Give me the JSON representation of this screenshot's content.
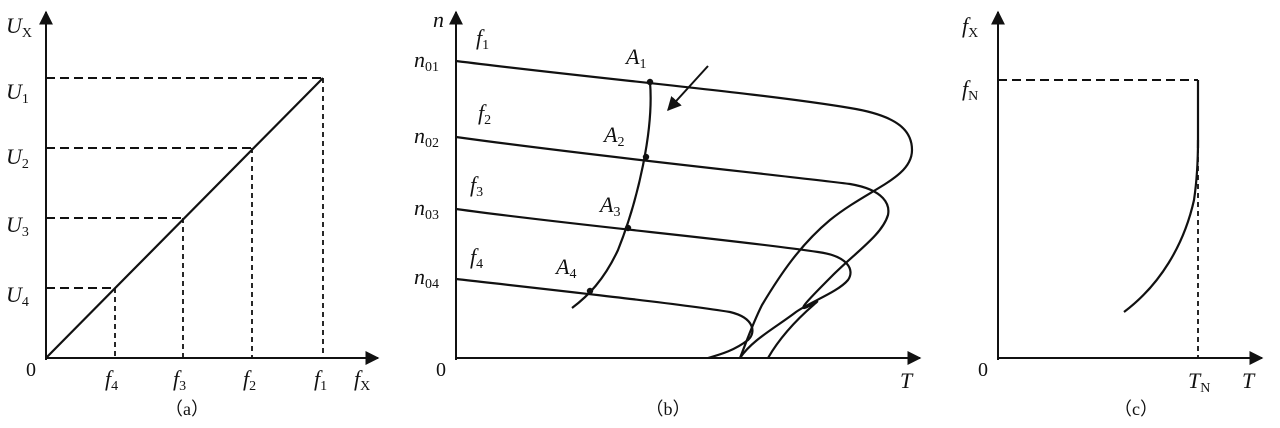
{
  "panel_a": {
    "y_axis": {
      "main": "U",
      "sub": "X"
    },
    "x_axis": {
      "main": "f",
      "sub": "X"
    },
    "origin": "0",
    "y_ticks": [
      {
        "main": "U",
        "sub": "1"
      },
      {
        "main": "U",
        "sub": "2"
      },
      {
        "main": "U",
        "sub": "3"
      },
      {
        "main": "U",
        "sub": "4"
      }
    ],
    "x_ticks": [
      {
        "main": "f",
        "sub": "4"
      },
      {
        "main": "f",
        "sub": "3"
      },
      {
        "main": "f",
        "sub": "2"
      },
      {
        "main": "f",
        "sub": "1"
      }
    ],
    "caption": "（a）"
  },
  "panel_b": {
    "y_axis": {
      "main": "n"
    },
    "x_axis": {
      "main": "T"
    },
    "origin": "0",
    "y_ticks": [
      {
        "main": "n",
        "sub": "01"
      },
      {
        "main": "n",
        "sub": "02"
      },
      {
        "main": "n",
        "sub": "03"
      },
      {
        "main": "n",
        "sub": "04"
      }
    ],
    "curve_labels": [
      {
        "main": "f",
        "sub": "1"
      },
      {
        "main": "f",
        "sub": "2"
      },
      {
        "main": "f",
        "sub": "3"
      },
      {
        "main": "f",
        "sub": "4"
      }
    ],
    "points": [
      {
        "main": "A",
        "sub": "1"
      },
      {
        "main": "A",
        "sub": "2"
      },
      {
        "main": "A",
        "sub": "3"
      },
      {
        "main": "A",
        "sub": "4"
      }
    ],
    "caption": "（b）"
  },
  "panel_c": {
    "y_axis": {
      "main": "f",
      "sub": "X"
    },
    "x_axis": {
      "main": "T"
    },
    "origin": "0",
    "y_tick": {
      "main": "f",
      "sub": "N"
    },
    "x_tick": {
      "main": "T",
      "sub": "N"
    },
    "caption": "（c）"
  }
}
